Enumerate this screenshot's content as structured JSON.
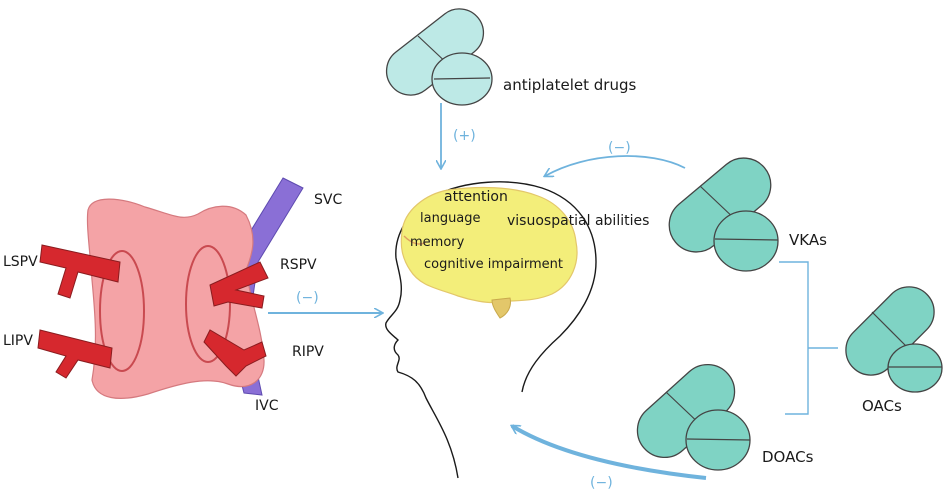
{
  "colors": {
    "atrium": "#f4a3a6",
    "atrium_outline": "#c94a50",
    "vein_red": "#d6282e",
    "vena_cava": "#8a6fd6",
    "brain": "#f3ee7a",
    "brain_edge": "#e3c76a",
    "pill_light": "#bde9e6",
    "pill_dark": "#7fd3c4",
    "arrow": "#6fb3dd"
  },
  "heart_labels": {
    "svc": "SVC",
    "lspv": "LSPV",
    "rspv": "RSPV",
    "lipv": "LIPV",
    "ripv": "RIPV",
    "ivc": "IVC"
  },
  "brain_labels": {
    "attention": "attention",
    "language": "language",
    "visuospatial": "visuospatial abilities",
    "memory": "memory",
    "cognitive": "cognitive impairment"
  },
  "drugs": {
    "antiplatelet": "antiplatelet drugs",
    "vkas": "VKAs",
    "oacs": "OACs",
    "doacs": "DOACs"
  },
  "effects": {
    "antiplatelet": "(+)",
    "vkas": "(−)",
    "af": "(−)",
    "doacs": "(−)"
  }
}
